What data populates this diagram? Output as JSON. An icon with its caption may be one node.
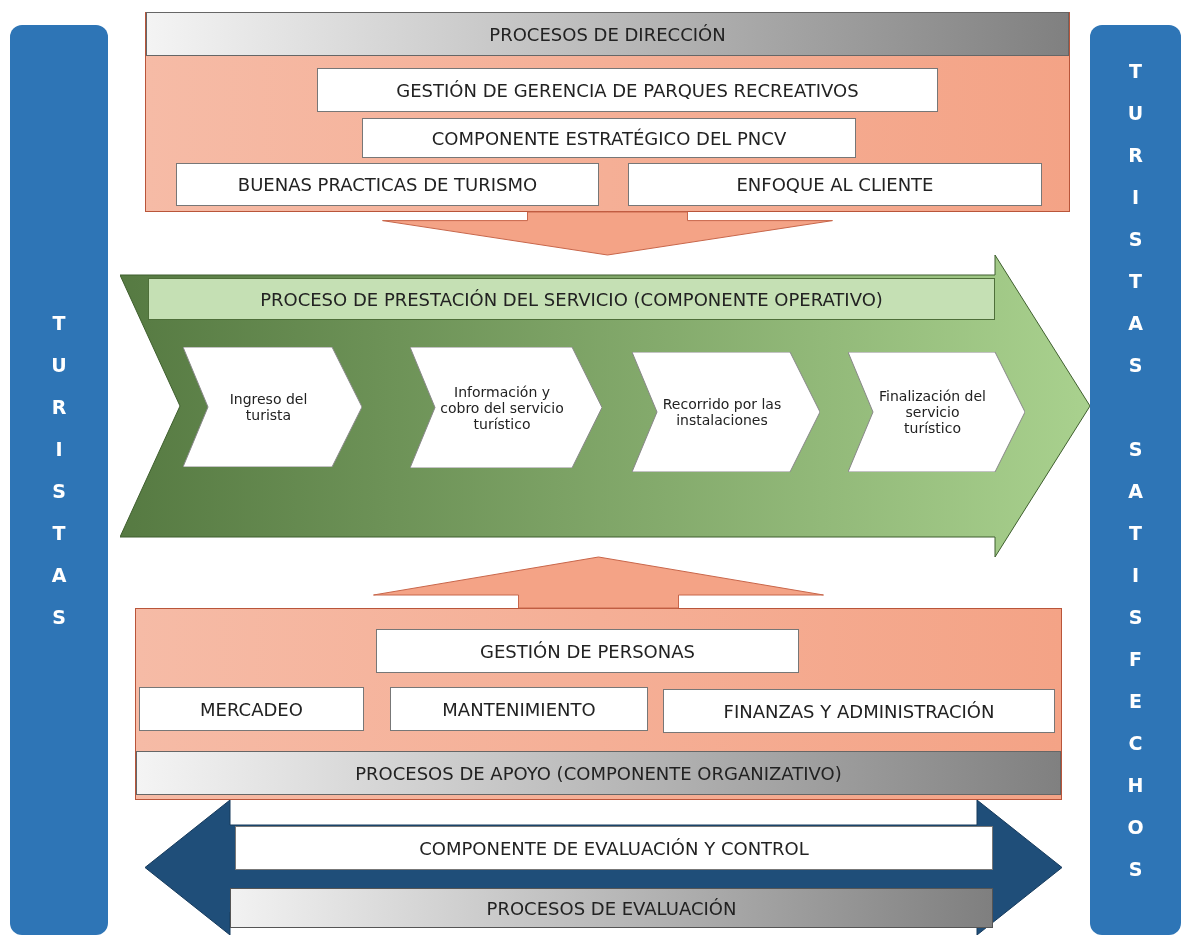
{
  "diagram": {
    "nodes": [
      {
        "text": [
          "TURISTAS"
        ]
      },
      {
        "text": [
          "PROCESOS DE DIRECCIÓN"
        ]
      },
      {
        "text": [
          "GESTIÓN DE GERENCIA DE PARQUES RECREATIVOS"
        ],
        "in": 1
      },
      {
        "text": [
          "COMPONENTE ESTRATÉGICO DEL PNCV"
        ],
        "in": 1
      },
      {
        "text": [
          "BUENAS PRACTICAS DE TURISMO"
        ],
        "in": 1
      },
      {
        "text": [
          "ENFOQUE AL CLIENTE"
        ],
        "in": 1
      },
      {
        "text": [
          "PROCESO DE PRESTACIÓN DEL SERVICIO (COMPONENTE OPERATIVO)"
        ]
      },
      {
        "text": [
          "Ingreso del turista"
        ],
        "in": 6
      },
      {
        "text": [
          "Información y cobro del servicio turístico"
        ],
        "in": 6
      },
      {
        "text": [
          "Recorrido por las instalaciones"
        ],
        "in": 6
      },
      {
        "text": [
          "Finalización del servicio turístico"
        ],
        "in": 6
      },
      {
        "text": [
          "PROCESOS DE APOYO (COMPONENTE ORGANIZATIVO)"
        ]
      },
      {
        "text": [
          "GESTIÓN DE PERSONAS"
        ],
        "in": 11
      },
      {
        "text": [
          "MERCADEO"
        ],
        "in": 11
      },
      {
        "text": [
          "MANTENIMIENTO"
        ],
        "in": 11
      },
      {
        "text": [
          "FINANZAS Y ADMINISTRACIÓN"
        ],
        "in": 11
      },
      {
        "text": [],
        "shape": "arrow"
      },
      {
        "text": [
          "COMPONENTE DE EVALUACIÓN Y CONTROL"
        ],
        "in": 16
      },
      {
        "text": [
          "PROCESOS DE EVALUACIÓN"
        ],
        "in": 16
      },
      {
        "text": [
          "TURISTAS SATISFECHOS"
        ]
      }
    ],
    "edges": [
      {
        "from": 1,
        "to": 6,
        "arrow": "to"
      },
      {
        "from": 11,
        "to": 6,
        "arrow": "to"
      }
    ]
  }
}
